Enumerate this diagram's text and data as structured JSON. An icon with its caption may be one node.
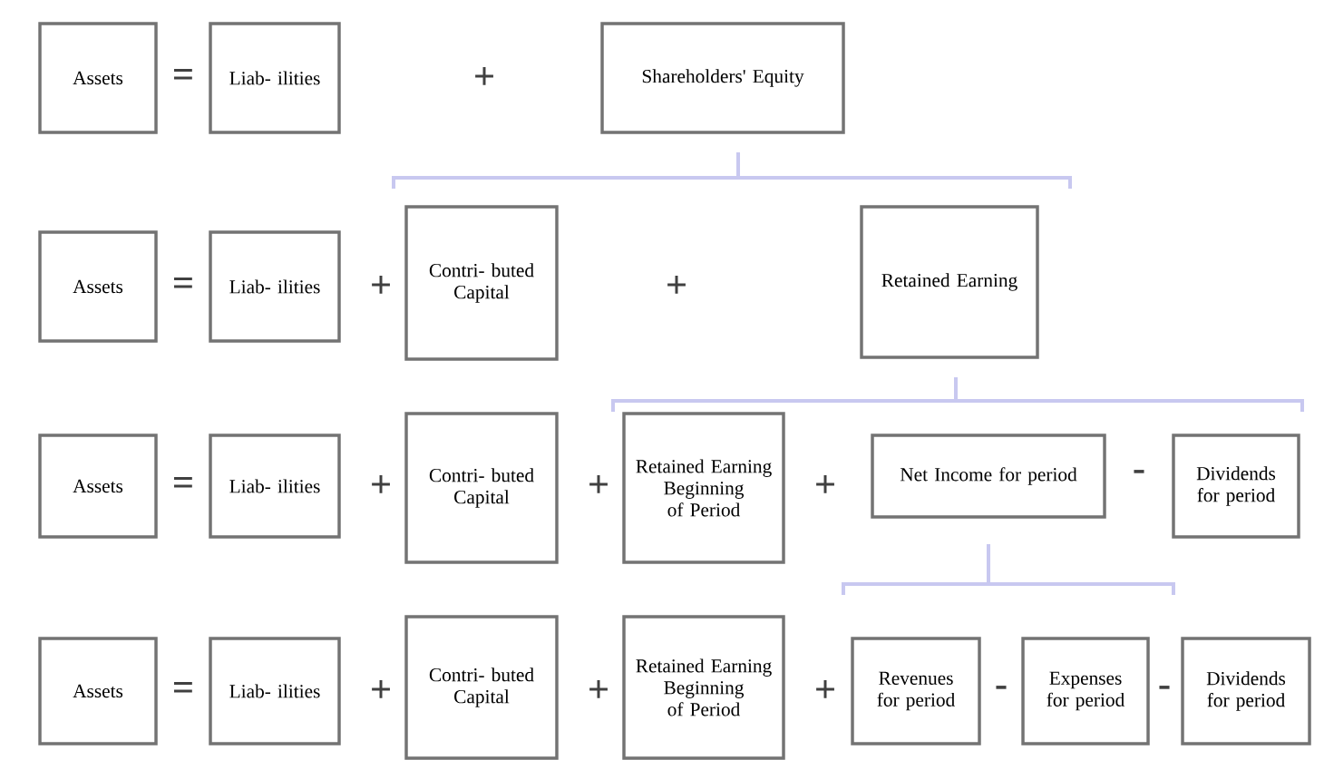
{
  "diagram": {
    "nodes": [
      {
        "text": [
          "Assets"
        ]
      },
      {
        "text": [
          "Liab- ilities"
        ]
      },
      {
        "text": [
          "Shareholders' Equity"
        ]
      },
      {
        "text": [
          "Assets"
        ]
      },
      {
        "text": [
          "Liab- ilities"
        ]
      },
      {
        "text": [
          "Contri- buted Capital"
        ]
      },
      {
        "text": [
          "Retained Earning"
        ]
      },
      {
        "text": [
          "Assets"
        ]
      },
      {
        "text": [
          "Liab- ilities"
        ]
      },
      {
        "text": [
          "Contri- buted Capital"
        ]
      },
      {
        "text": [
          "Retained Earning Beginning of Period"
        ]
      },
      {
        "text": [
          "Net Income for period"
        ]
      },
      {
        "text": [
          "Dividends for period"
        ]
      },
      {
        "text": [
          "Assets"
        ]
      },
      {
        "text": [
          "Liab- ilities"
        ]
      },
      {
        "text": [
          "Contri- buted Capital"
        ]
      },
      {
        "text": [
          "Retained Earning Beginning of Period"
        ]
      },
      {
        "text": [
          "Revenues for period"
        ]
      },
      {
        "text": [
          "Expenses for period"
        ]
      },
      {
        "text": [
          "Dividends for period"
        ]
      }
    ],
    "labels": [
      "=",
      "+",
      "=",
      "+",
      "+",
      "=",
      "+",
      "+",
      "+",
      "-",
      "=",
      "+",
      "+",
      "+",
      "-",
      "-"
    ]
  }
}
